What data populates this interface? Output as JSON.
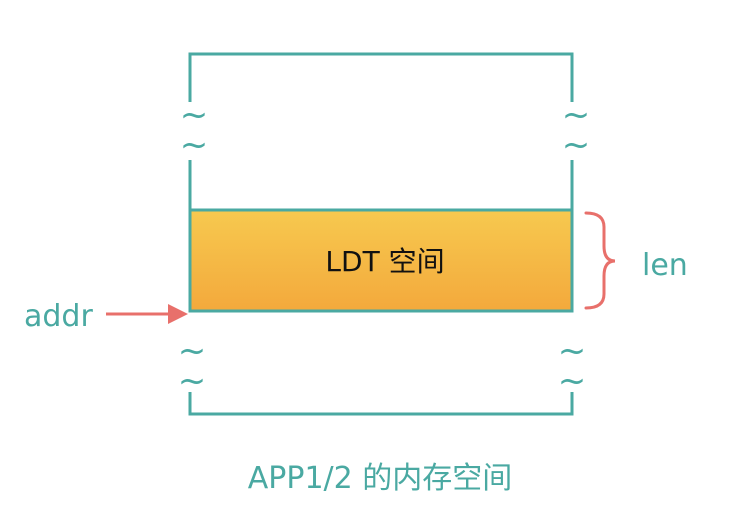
{
  "diagram": {
    "region_label": "LDT 空间",
    "pointer_label": "addr",
    "size_label": "len",
    "caption": "APP1/2 的内存空间",
    "break_glyph": "~"
  },
  "colors": {
    "outline": "#4aa9a2",
    "text_teal": "#4aa9a2",
    "region_fill_top": "#f7c94f",
    "region_fill_bottom": "#f3a93c",
    "arrow": "#e8706b",
    "brace": "#e8706b",
    "region_text": "#111111"
  }
}
